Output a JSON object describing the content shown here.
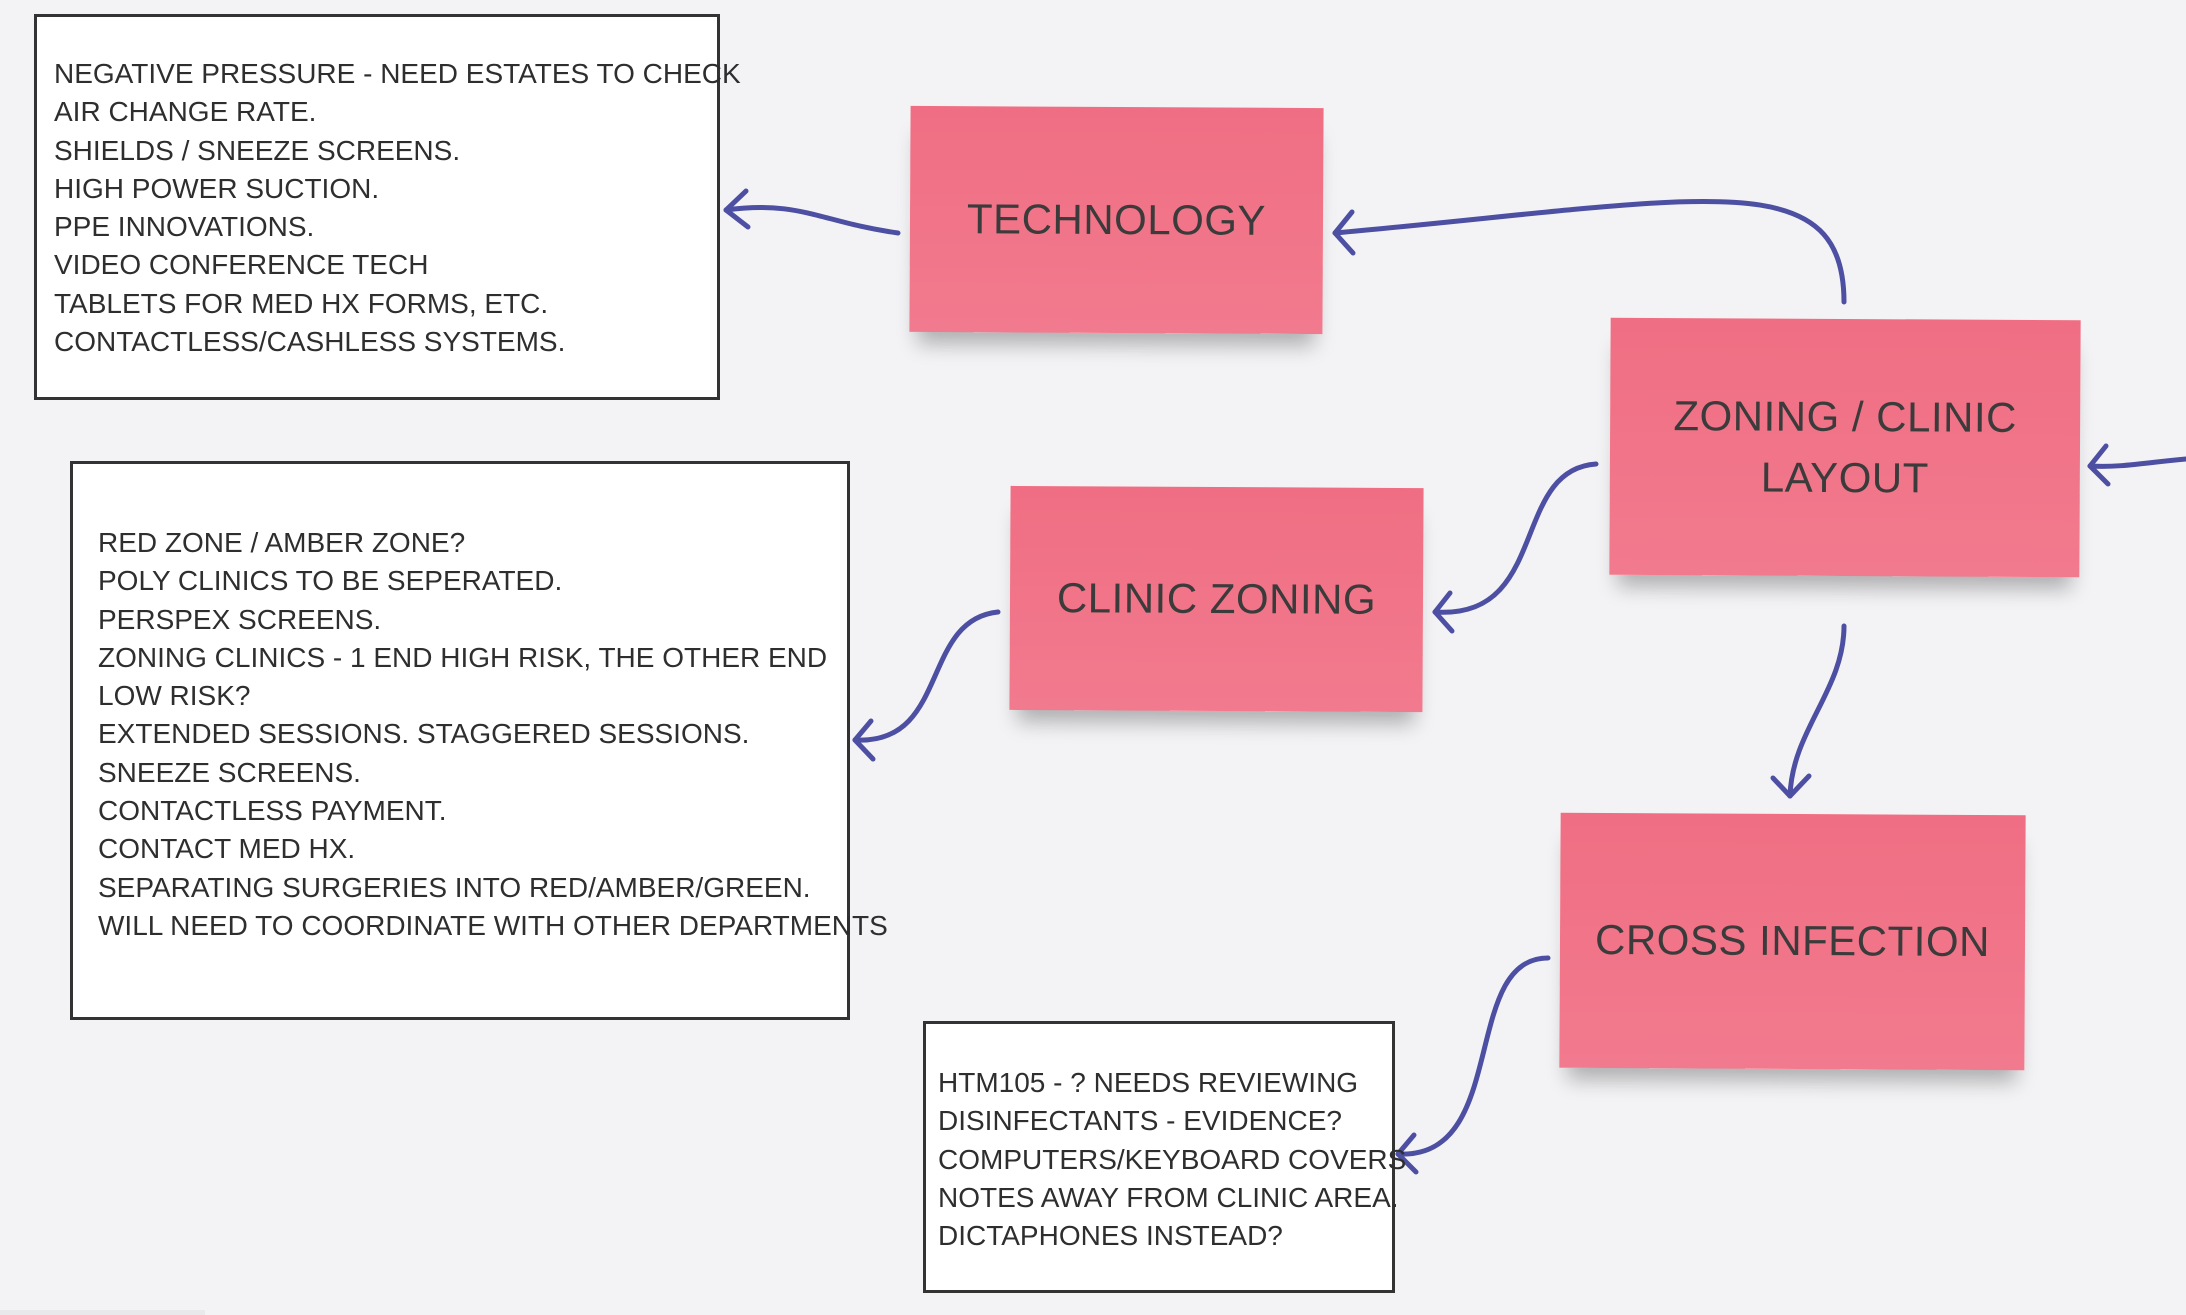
{
  "stickies": {
    "technology": "TECHNOLOGY",
    "zoning_clinic_layout": {
      "line1": "ZONING / CLINIC",
      "line2": "LAYOUT"
    },
    "clinic_zoning": "CLINIC ZONING",
    "cross_infection": "CROSS INFECTION"
  },
  "notes": {
    "technology": [
      "NEGATIVE PRESSURE - NEED ESTATES TO CHECK",
      "AIR CHANGE RATE.",
      "SHIELDS / SNEEZE SCREENS.",
      "HIGH POWER SUCTION.",
      "PPE INNOVATIONS.",
      "VIDEO CONFERENCE TECH",
      "TABLETS FOR MED HX FORMS, ETC.",
      "CONTACTLESS/CASHLESS SYSTEMS."
    ],
    "clinic_zoning": [
      "RED ZONE / AMBER ZONE?",
      "POLY CLINICS TO BE SEPERATED.",
      "PERSPEX SCREENS.",
      "ZONING CLINICS - 1 END HIGH RISK, THE OTHER END",
      "LOW RISK?",
      "EXTENDED SESSIONS. STAGGERED SESSIONS.",
      "SNEEZE SCREENS.",
      "CONTACTLESS PAYMENT.",
      "CONTACT MED HX.",
      "SEPARATING SURGERIES INTO RED/AMBER/GREEN.",
      "WILL NEED TO COORDINATE WITH OTHER DEPARTMENTS"
    ],
    "cross_infection": [
      "HTM105 - ? NEEDS REVIEWING",
      "DISINFECTANTS - EVIDENCE?",
      "COMPUTERS/KEYBOARD COVERS",
      "NOTES AWAY FROM CLINIC AREA.",
      "DICTAPHONES INSTEAD?"
    ]
  },
  "colors": {
    "sticky": "#f06e83",
    "connector": "#4d4fa3",
    "canvas": "#f3f3f5",
    "note_border": "#333333"
  }
}
